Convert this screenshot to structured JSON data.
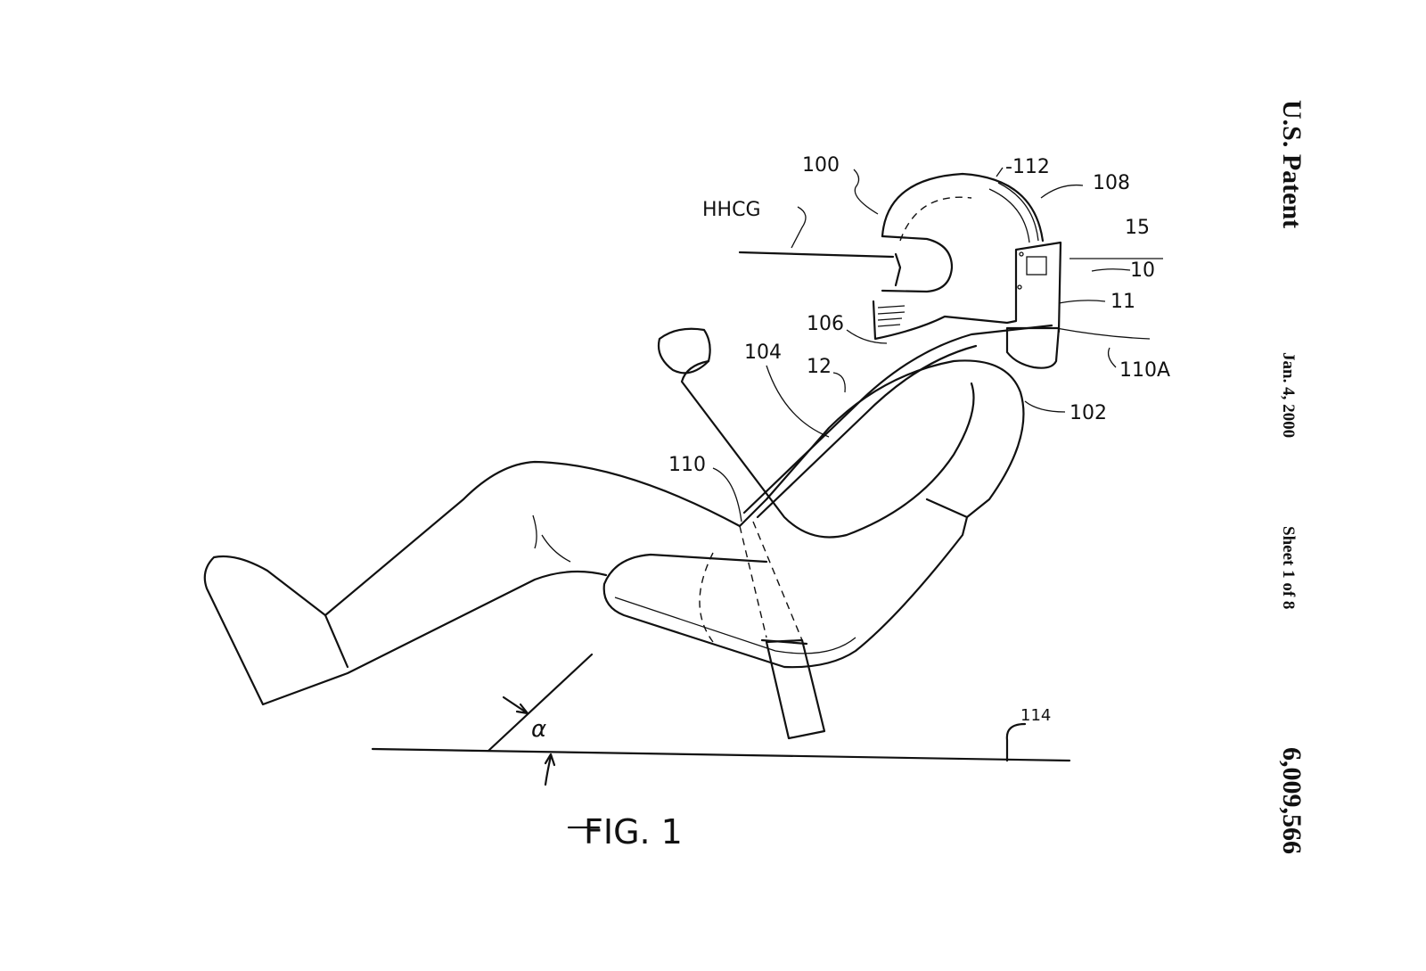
{
  "header": {
    "office": "U.S. Patent",
    "date": "Jan. 4, 2000",
    "sheet": "Sheet 1 of 8",
    "patent_number": "6,009,566"
  },
  "figure": {
    "title": "FIG. 1",
    "labels": {
      "l100": "100",
      "hhcg": "HHCG",
      "l112": "-112",
      "l108": "108",
      "l15": "15",
      "l10": "10",
      "l11": "11",
      "l110a": "110A",
      "l106": "106",
      "l104": "104",
      "l12": "12",
      "l102": "102",
      "l110": "110",
      "l114": "114",
      "alpha": "α"
    }
  }
}
